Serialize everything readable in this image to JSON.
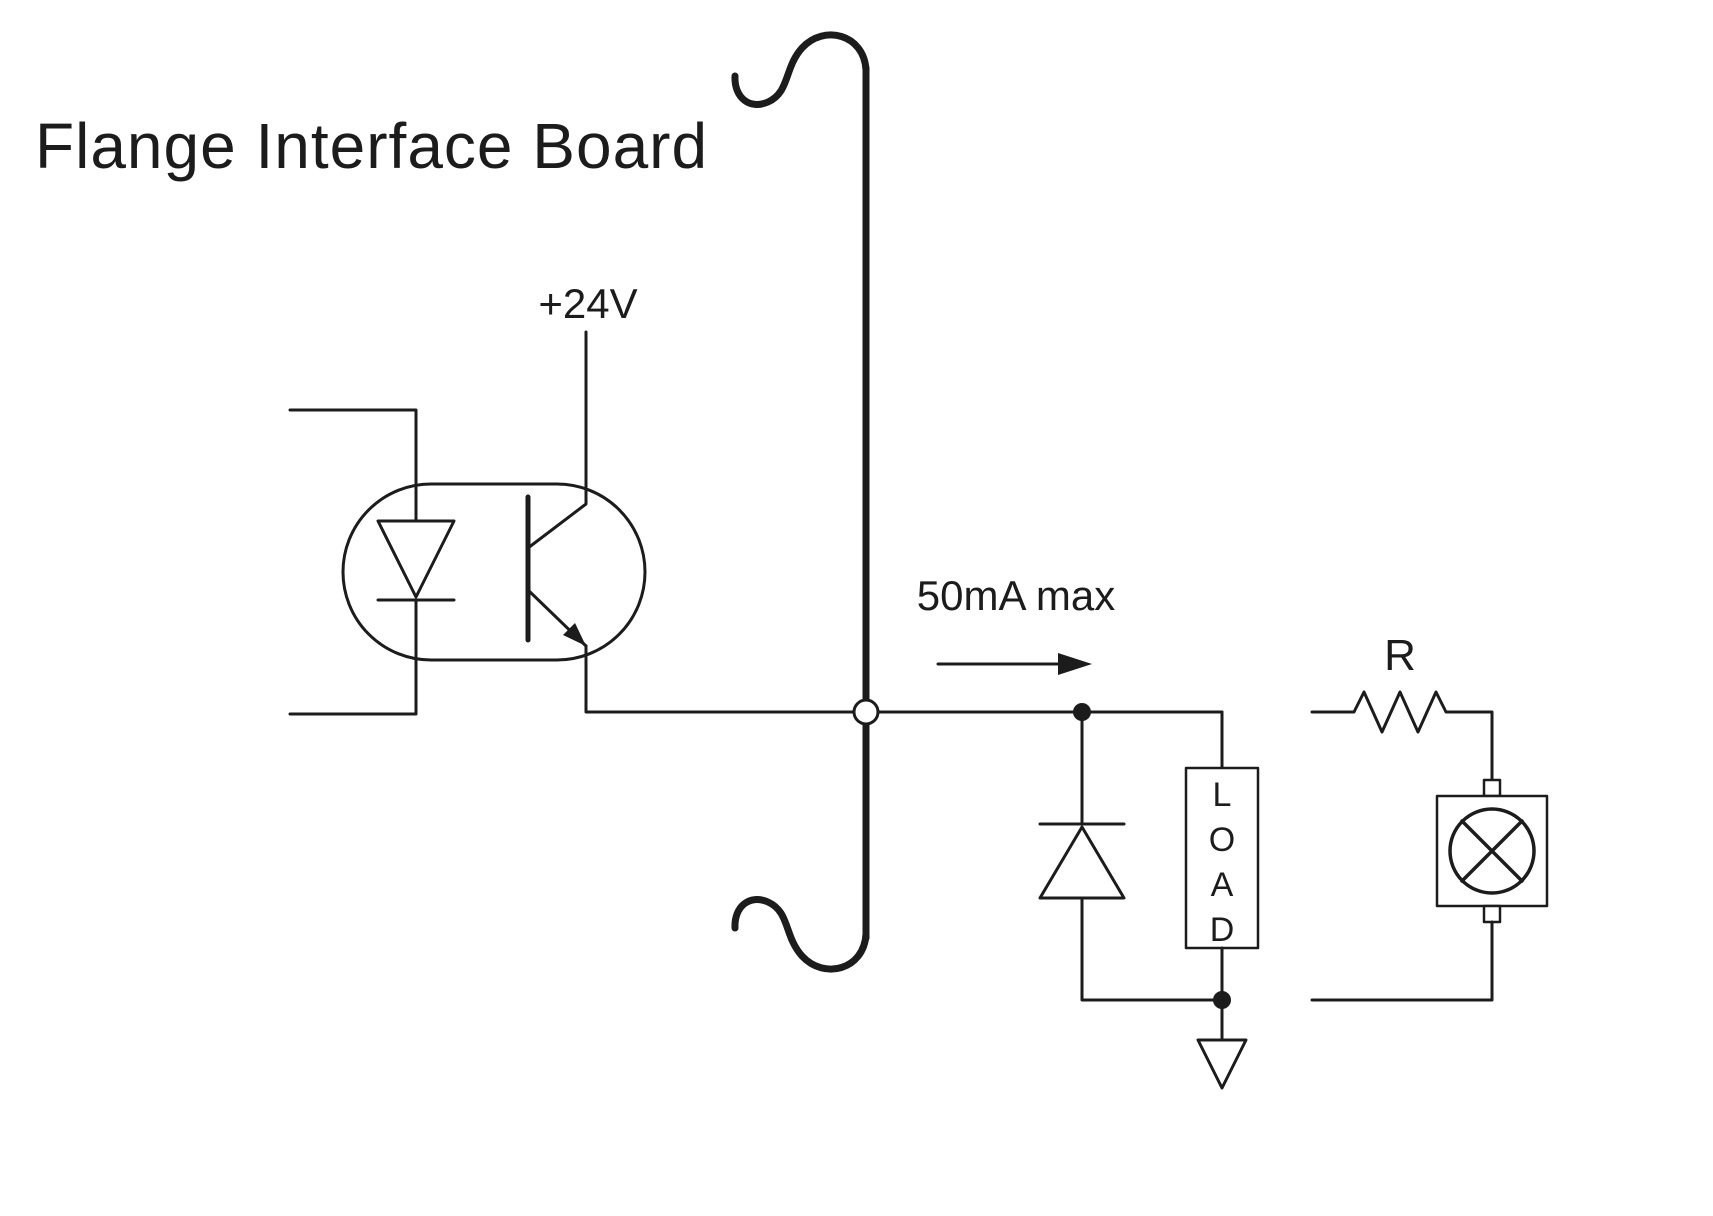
{
  "title": "Flange Interface Board",
  "labels": {
    "supply_voltage": "+24V",
    "current_limit": "50mA max",
    "resistor": "R",
    "load": "LOAD"
  },
  "colors": {
    "line": "#1c1c1c",
    "background": "#ffffff"
  }
}
